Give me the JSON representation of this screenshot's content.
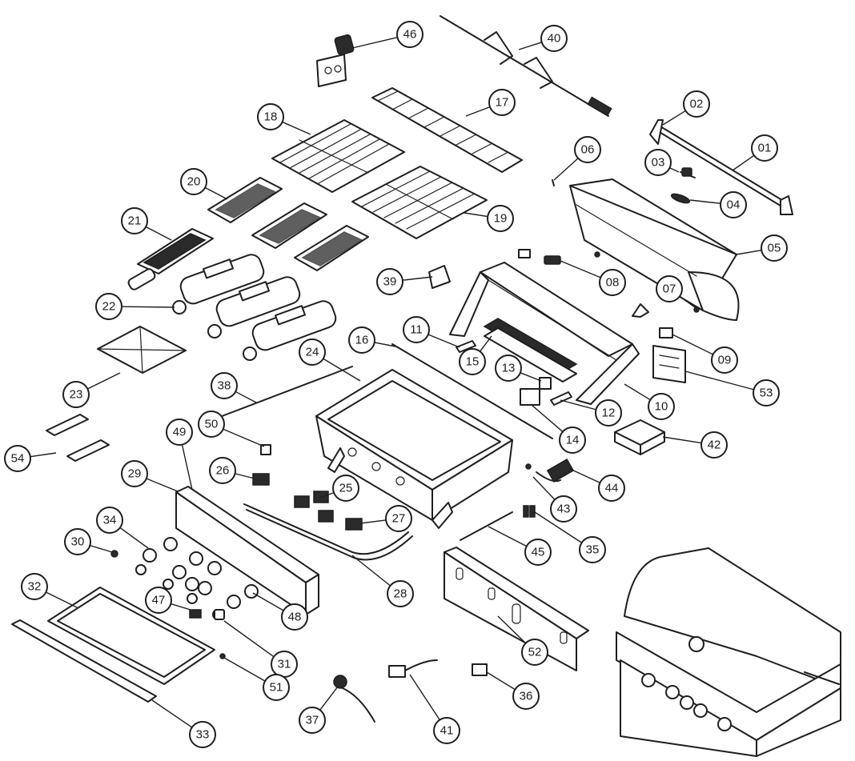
{
  "callouts": [
    {
      "label": "01"
    },
    {
      "label": "02"
    },
    {
      "label": "03"
    },
    {
      "label": "04"
    },
    {
      "label": "05"
    },
    {
      "label": "06"
    },
    {
      "label": "07"
    },
    {
      "label": "08"
    },
    {
      "label": "09"
    },
    {
      "label": "10"
    },
    {
      "label": "11"
    },
    {
      "label": "12"
    },
    {
      "label": "13"
    },
    {
      "label": "14"
    },
    {
      "label": "15"
    },
    {
      "label": "16"
    },
    {
      "label": "17"
    },
    {
      "label": "18"
    },
    {
      "label": "19"
    },
    {
      "label": "20"
    },
    {
      "label": "21"
    },
    {
      "label": "22"
    },
    {
      "label": "23"
    },
    {
      "label": "24"
    },
    {
      "label": "25"
    },
    {
      "label": "26"
    },
    {
      "label": "27"
    },
    {
      "label": "28"
    },
    {
      "label": "29"
    },
    {
      "label": "30"
    },
    {
      "label": "31"
    },
    {
      "label": "32"
    },
    {
      "label": "33"
    },
    {
      "label": "34"
    },
    {
      "label": "35"
    },
    {
      "label": "36"
    },
    {
      "label": "37"
    },
    {
      "label": "38"
    },
    {
      "label": "39"
    },
    {
      "label": "40"
    },
    {
      "label": "41"
    },
    {
      "label": "42"
    },
    {
      "label": "43"
    },
    {
      "label": "44"
    },
    {
      "label": "45"
    },
    {
      "label": "46"
    },
    {
      "label": "47"
    },
    {
      "label": "48"
    },
    {
      "label": "49"
    },
    {
      "label": "50"
    },
    {
      "label": "51"
    },
    {
      "label": "52"
    },
    {
      "label": "53"
    },
    {
      "label": "54"
    }
  ]
}
